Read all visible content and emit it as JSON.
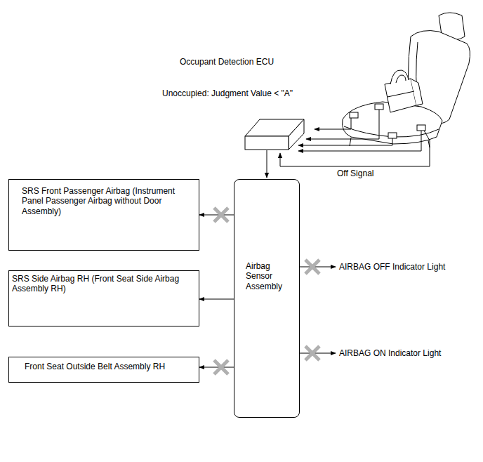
{
  "diagram": {
    "nodes": [
      {
        "text": [
          "SRS Front Passenger Airbag (Instrument Panel Passenger Airbag without Door Assembly)"
        ]
      },
      {
        "text": [
          "Airbag Sensor Assembly"
        ]
      },
      {
        "text": [
          "SRS Side Airbag RH (Front Seat Side Airbag Assembly RH)"
        ]
      },
      {
        "text": [
          "Front Seat Outside Belt Assembly RH"
        ]
      }
    ],
    "edges": [
      {
        "from": 1,
        "to": 0,
        "arrow": "to"
      },
      {
        "from": 1,
        "to": 2,
        "arrow": "to"
      },
      {
        "from": 1,
        "to": 3,
        "arrow": "to"
      }
    ],
    "labels": [
      "Occupant Detection ECU",
      "Unoccupied: Judgment Value < \"A\"",
      "Off Signal",
      "AIRBAG OFF Indicator Light",
      "AIRBAG ON Indicator Light"
    ]
  }
}
